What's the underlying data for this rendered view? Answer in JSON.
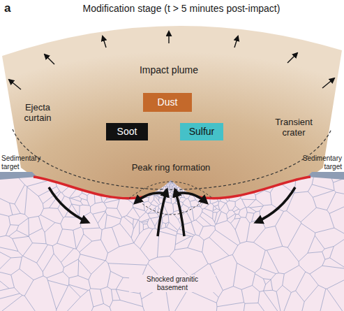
{
  "diagram": {
    "title": "Modification stage (t > 5 minutes post-impact)",
    "nodes": [
      {
        "text": [
          "Dust"
        ]
      },
      {
        "text": [
          "Soot"
        ]
      },
      {
        "text": [
          "Sulfur"
        ]
      }
    ],
    "labels": [
      "a",
      "Impact plume",
      "Ejecta curtain",
      "Transient crater",
      "Sedimentary target",
      "Peak ring formation",
      "Sedimentary target",
      "Shocked granitic basement"
    ]
  }
}
